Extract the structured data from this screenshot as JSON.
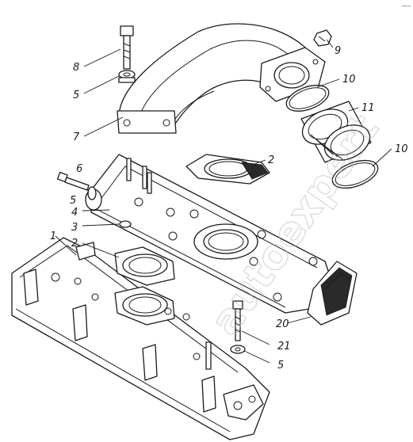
{
  "diagram": {
    "type": "exploded-parts-drawing",
    "corner_mark": "—-",
    "watermark": "autoexpert",
    "callouts": [
      {
        "id": "c8",
        "label": "8"
      },
      {
        "id": "c5a",
        "label": "5"
      },
      {
        "id": "c7",
        "label": "7"
      },
      {
        "id": "c9",
        "label": "9"
      },
      {
        "id": "c10a",
        "label": "10"
      },
      {
        "id": "c11",
        "label": "11"
      },
      {
        "id": "c10b",
        "label": "10"
      },
      {
        "id": "c6",
        "label": "6"
      },
      {
        "id": "c5b",
        "label": "5"
      },
      {
        "id": "c4",
        "label": "4"
      },
      {
        "id": "c3",
        "label": "3"
      },
      {
        "id": "c1",
        "label": "1"
      },
      {
        "id": "c2a",
        "label": "2"
      },
      {
        "id": "c2b",
        "label": "2"
      },
      {
        "id": "c20",
        "label": "20"
      },
      {
        "id": "c21",
        "label": "21"
      },
      {
        "id": "c5c",
        "label": "5"
      }
    ]
  }
}
